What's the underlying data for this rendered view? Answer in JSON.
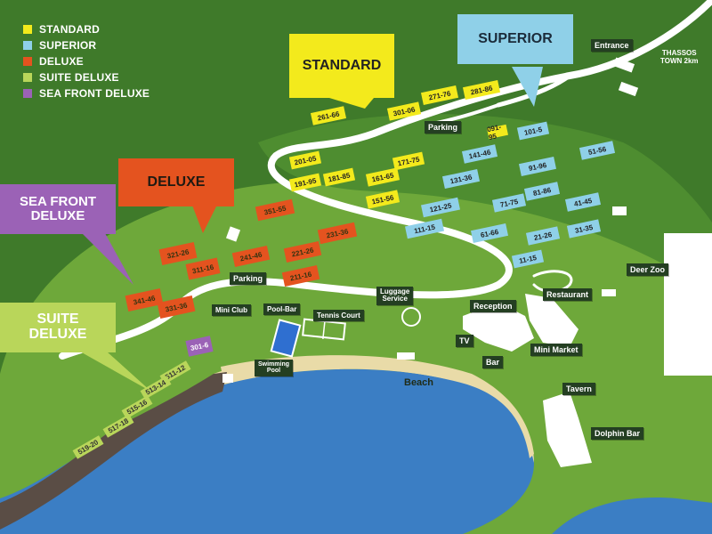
{
  "legend": [
    {
      "label": "STANDARD",
      "color": "#f3ea1c"
    },
    {
      "label": "SUPERIOR",
      "color": "#8fd0e8"
    },
    {
      "label": "DELUXE",
      "color": "#e4531f"
    },
    {
      "label": "SUITE DELUXE",
      "color": "#b9d65a"
    },
    {
      "label": "SEA FRONT DELUXE",
      "color": "#9b62b6"
    }
  ],
  "callouts": {
    "standard": "STANDARD",
    "superior": "SUPERIOR",
    "deluxe": "DELUXE",
    "sea_front_line1": "SEA FRONT",
    "sea_front_line2": "DELUXE",
    "suite_line1": "SUITE",
    "suite_line2": "DELUXE"
  },
  "units": {
    "standard": [
      "261-66",
      "301-06",
      "271-76",
      "281-86",
      "201-05",
      "191-95",
      "181-85",
      "171-75",
      "161-65",
      "151-56",
      "091-95"
    ],
    "superior": [
      "101-5",
      "141-46",
      "51-56",
      "131-36",
      "91-96",
      "81-86",
      "121-25",
      "71-75",
      "41-45",
      "111-15",
      "61-66",
      "21-26",
      "31-35",
      "11-15"
    ],
    "deluxe": [
      "351-55",
      "321-26",
      "311-16",
      "241-46",
      "221-26",
      "231-36",
      "211-16",
      "341-46",
      "331-36"
    ],
    "sea_front": [
      "301-6"
    ],
    "suite": [
      "511-12",
      "513-14",
      "515-16",
      "517-18",
      "519-20"
    ]
  },
  "places": {
    "entrance": "Entrance",
    "thassos_line1": "THASSOS",
    "thassos_line2": "TOWN 2km",
    "parking_top": "Parking",
    "parking_mid": "Parking",
    "mini_club": "Mini Club",
    "pool_bar": "Pool-Bar",
    "tennis_court": "Tennis Court",
    "luggage_line1": "Luggage",
    "luggage_line2": "Service",
    "reception": "Reception",
    "restaurant": "Restaurant",
    "deer_zoo": "Deer Zoo",
    "tv": "TV",
    "bar": "Bar",
    "mini_market": "Mini Market",
    "tavern": "Tavern",
    "dolphin_bar": "Dolphin Bar",
    "beach": "Beach",
    "swimming_line1": "Swimming",
    "swimming_line2": "Pool"
  },
  "colors": {
    "sea": "#3b7ec4",
    "land": "#6ea83a",
    "field": "#3f7a2a",
    "beach": "#e9dba8",
    "road": "#ffffff",
    "rocks": "#5a4d45"
  }
}
